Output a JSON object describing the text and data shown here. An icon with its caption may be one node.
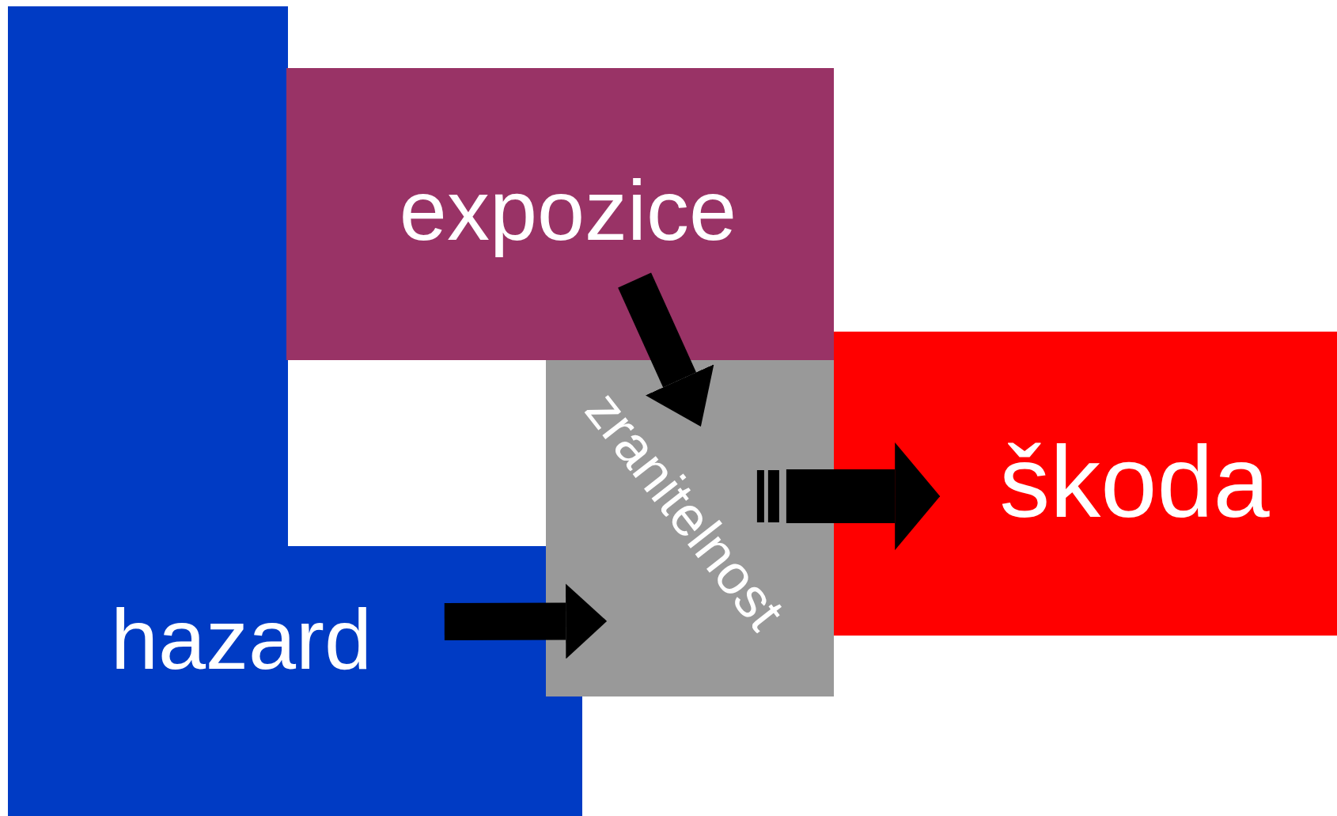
{
  "diagram": {
    "nodes": [
      {
        "text": [
          "hazard"
        ]
      },
      {
        "text": [
          "expozice"
        ]
      },
      {
        "text": [
          "zranitelnost"
        ]
      },
      {
        "text": [
          "škoda"
        ]
      }
    ],
    "edges": [
      {
        "from": 1,
        "to": 2,
        "arrow": "to"
      },
      {
        "from": 0,
        "to": 2,
        "arrow": "to"
      },
      {
        "from": 2,
        "to": 3,
        "arrow": "to"
      }
    ]
  }
}
